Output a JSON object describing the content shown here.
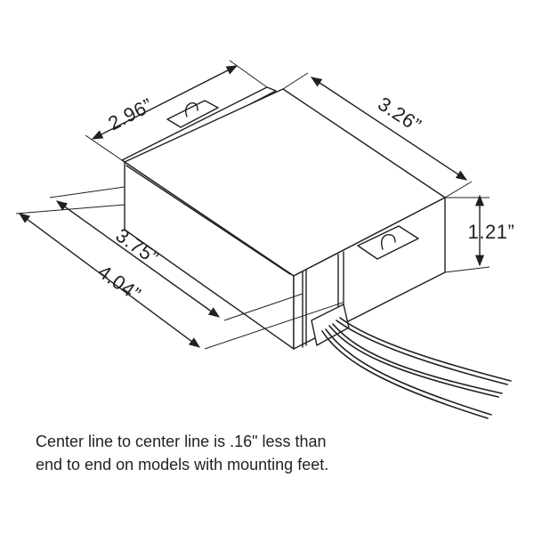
{
  "dimensions": {
    "top_width": "2.96”",
    "side_depth": "3.26”",
    "height": "1.21”",
    "center_length": "3.75”",
    "overall_length": "4.04”"
  },
  "note": {
    "line1": "Center line to center line is .16\" less than",
    "line2": "end to end on models with mounting feet."
  },
  "colors": {
    "stroke": "#231f20",
    "fill": "#ffffff"
  }
}
